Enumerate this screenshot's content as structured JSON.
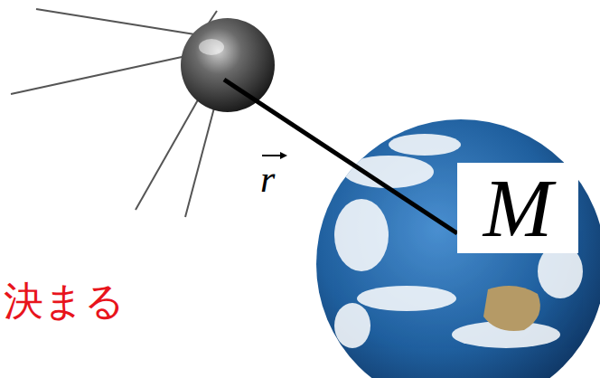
{
  "diagram": {
    "nodes": [
      {
        "text": [
          "M"
        ]
      }
    ],
    "labels": [
      "r",
      "決まる"
    ]
  }
}
